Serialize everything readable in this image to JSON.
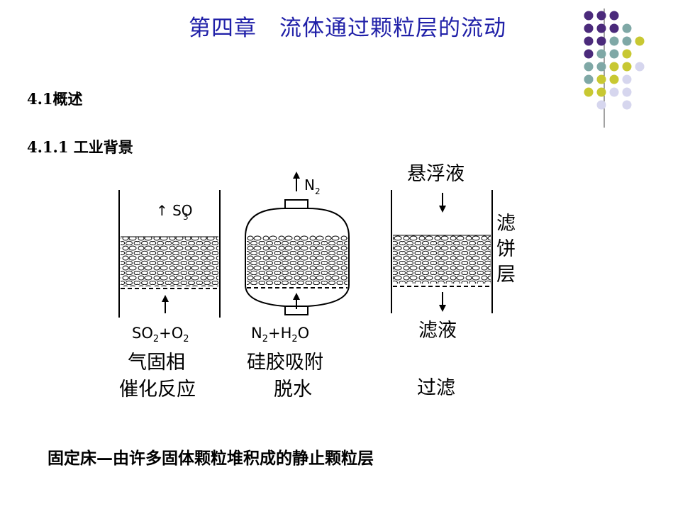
{
  "title": "第四章　流体通过颗粒层的流动",
  "section": "4.1概述",
  "subsection": "4.1.1 工业背景",
  "figure": {
    "left": {
      "top_label": "↑ SO",
      "top_sub": "3",
      "bottom_formula": [
        "SO",
        "2",
        "+O",
        "2"
      ],
      "caption1": "气固相",
      "caption2": "催化反应"
    },
    "middle": {
      "top_label": "N",
      "top_sub": "2",
      "bottom_formula": [
        "N",
        "2",
        "+H",
        "2",
        "O"
      ],
      "caption1": "硅胶吸附",
      "caption2": "脱水"
    },
    "right": {
      "top_label": "悬浮液",
      "side_label": [
        "滤",
        "饼",
        "层"
      ],
      "bottom_label": "滤液",
      "caption": "过滤"
    }
  },
  "bottom_text": "固定床—由许多固体颗粒堆积成的静止颗粒层",
  "colors": {
    "title": "#2020a8",
    "purple": "#4b2a7b",
    "teal": "#7fa8a6",
    "olive": "#c8c832",
    "lavender": "#d6d6ee"
  }
}
